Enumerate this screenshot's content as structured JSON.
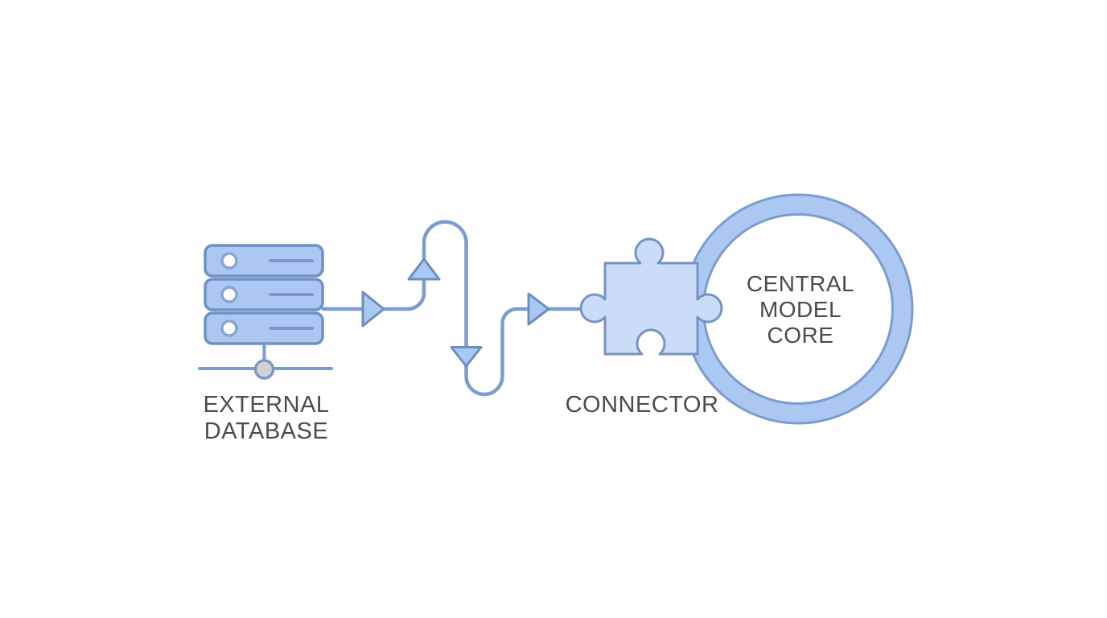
{
  "title": "External database to central model core integration diagram",
  "colors": {
    "background": "#ffffff",
    "node_fill": "#aac8f2",
    "node_fill_light": "#cadcf8",
    "node_stroke": "#6e91c3",
    "connector_line": "#7d9ccd",
    "arrow_fill": "#a9c9f4",
    "port_ring": "#8aa5cb",
    "hub_fill": "#d2d2d2",
    "label_text": "#4b4b4d"
  },
  "nodes": {
    "external_database": {
      "label": "EXTERNAL DATABASE",
      "label_lines": [
        "EXTERNAL",
        "DATABASE"
      ]
    },
    "connector": {
      "label": "CONNECTOR"
    },
    "central_model_core": {
      "label": "CENTRAL MODEL CORE",
      "label_lines": [
        "CENTRAL",
        "MODEL",
        "CORE"
      ]
    }
  }
}
